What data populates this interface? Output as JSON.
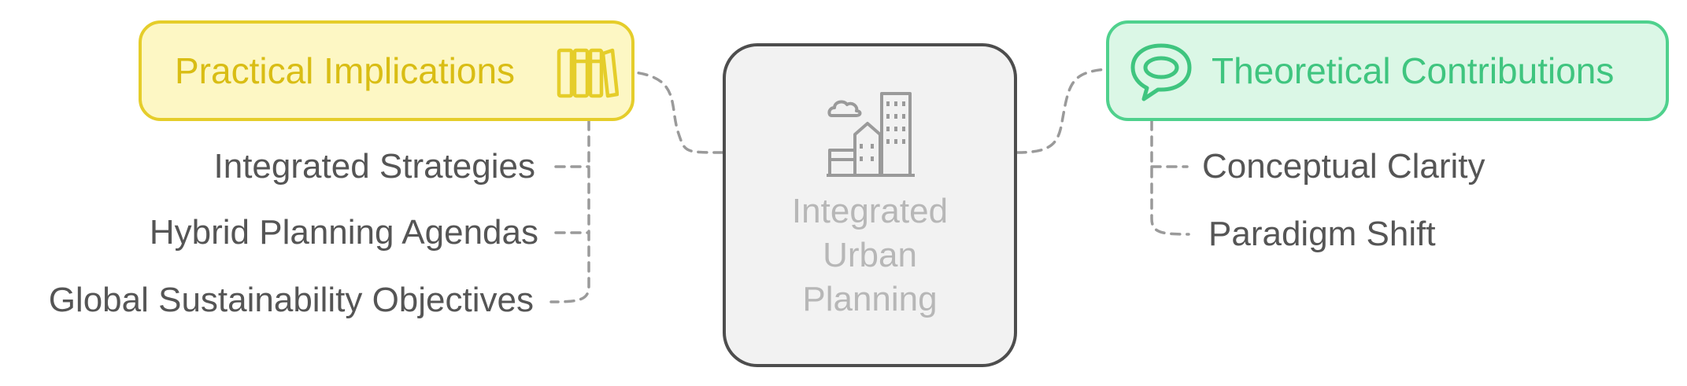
{
  "center": {
    "title_lines": [
      "Integrated",
      "Urban",
      "Planning"
    ],
    "icon": "city-buildings-icon",
    "border_color": "#4d4d4d",
    "fill_color": "#f2f2f2"
  },
  "practical": {
    "label": "Practical Implications",
    "icon": "books-icon",
    "color": "#e5cd2a",
    "items": [
      "Integrated Strategies",
      "Hybrid Planning Agendas",
      "Global Sustainability Objectives"
    ]
  },
  "theoretical": {
    "label": "Theoretical Contributions",
    "icon": "speech-bubble-icon",
    "color": "#4fd18d",
    "items": [
      "Conceptual Clarity",
      "Paradigm Shift"
    ]
  },
  "connector_color": "#9a9a9a"
}
